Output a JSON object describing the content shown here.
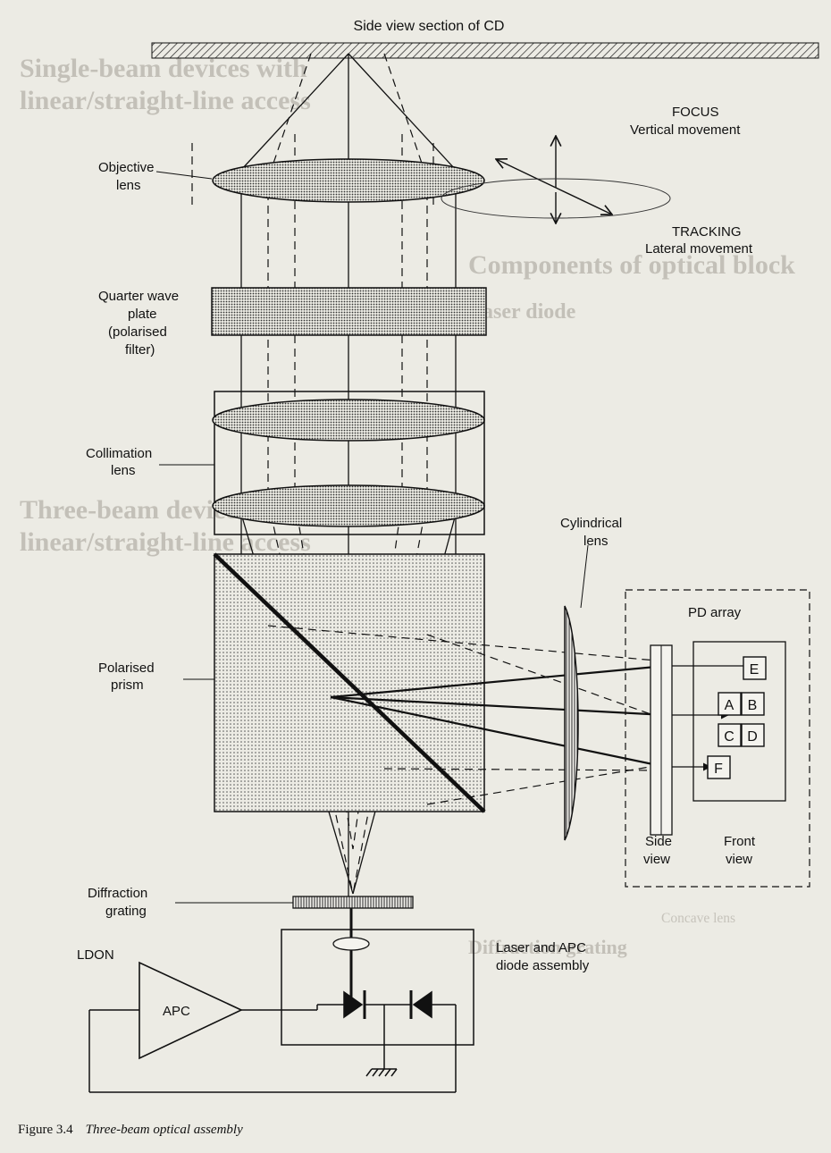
{
  "diagram": {
    "title": "Side view section of CD",
    "labels": {
      "objective_lens": [
        "Objective",
        "lens"
      ],
      "quarter_wave_plate": [
        "Quarter wave",
        "plate",
        "(polarised",
        "filter)"
      ],
      "collimation_lens": [
        "Collimation",
        "lens"
      ],
      "polarised_prism": [
        "Polarised",
        "prism"
      ],
      "diffraction_grating": [
        "Diffraction",
        "grating"
      ],
      "ldon": "LDON",
      "apc": "APC",
      "laser_apc_assembly": [
        "Laser and APC",
        "diode assembly"
      ],
      "cylindrical_lens": [
        "Cylindrical",
        "lens"
      ],
      "pd_array": "PD array",
      "side_view": [
        "Side",
        "view"
      ],
      "front_view": [
        "Front",
        "view"
      ],
      "focus": [
        "FOCUS",
        "Vertical movement"
      ],
      "tracking": [
        "TRACKING",
        "Lateral movement"
      ]
    },
    "photodiodes": [
      "A",
      "B",
      "C",
      "D",
      "E",
      "F"
    ]
  },
  "caption": {
    "figure_number": "Figure 3.4",
    "title": "Three-beam optical assembly"
  },
  "background_page": {
    "left_heading_1": "Single-beam devices with",
    "left_heading_2": "linear/straight-line access",
    "left_heading_3": "Three-beam devices with",
    "left_heading_4": "linear/straight-line access",
    "right_heading_1": "Components of optical block",
    "right_heading_2": "Laser diode",
    "right_heading_3": "Diffraction grating",
    "right_faint_label": "Concave lens"
  }
}
